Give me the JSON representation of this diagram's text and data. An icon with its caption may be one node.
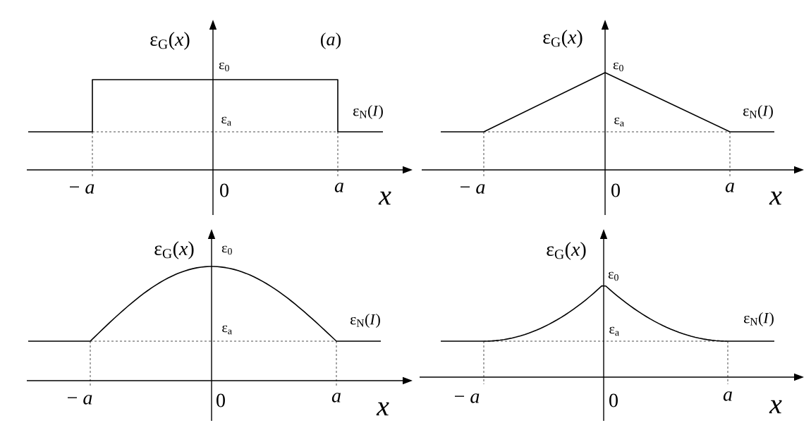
{
  "diagram": {
    "labels": [
      "ε$_{G}$(*x*)",
      "(*a*)",
      "ε$_{0}$",
      "ε$_{N}$(*I*)",
      "ε$_{a}$",
      "− *a*",
      "0",
      "a",
      "x",
      "ε$_{G}$(*x*)",
      "ε$_{0}$",
      "ε$_{N}$(*I*)",
      "ε$_{a}$",
      "− *a*",
      "0",
      "a",
      "x",
      "ε$_{G}$(*x*)",
      "ε$_{0}$",
      "ε$_{N}$(*I*)",
      "ε$_{a}$",
      "− *a*",
      "0",
      "a",
      "x",
      "ε$_{G}$(*x*)",
      "ε$_{0}$",
      "ε$_{N}$(*I*)",
      "ε$_{a}$",
      "− *a*",
      "0",
      "a",
      "x"
    ]
  }
}
